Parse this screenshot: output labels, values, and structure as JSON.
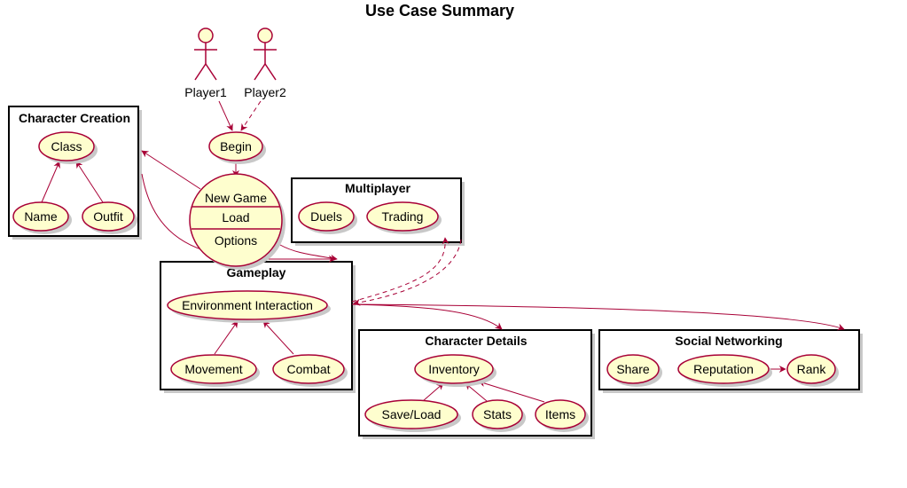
{
  "title": "Use Case Summary",
  "colors": {
    "stroke": "#A80036",
    "usecase_fill": "#FEFECE",
    "package_fill": "#ffffff",
    "shadow": "#c8c8c8"
  },
  "actors": [
    {
      "id": "player1",
      "label": "Player1"
    },
    {
      "id": "player2",
      "label": "Player2"
    }
  ],
  "packages": [
    {
      "id": "character-creation",
      "title": "Character Creation"
    },
    {
      "id": "multiplayer",
      "title": "Multiplayer"
    },
    {
      "id": "gameplay",
      "title": "Gameplay"
    },
    {
      "id": "character-details",
      "title": "Character Details"
    },
    {
      "id": "social-networking",
      "title": "Social Networking"
    }
  ],
  "usecases": {
    "begin": "Begin",
    "menu": [
      "New Game",
      "Load",
      "Options"
    ],
    "class": "Class",
    "name": "Name",
    "outfit": "Outfit",
    "duels": "Duels",
    "trading": "Trading",
    "environment": "Environment Interaction",
    "movement": "Movement",
    "combat": "Combat",
    "inventory": "Inventory",
    "saveload": "Save/Load",
    "stats": "Stats",
    "items": "Items",
    "share": "Share",
    "reputation": "Reputation",
    "rank": "Rank"
  }
}
